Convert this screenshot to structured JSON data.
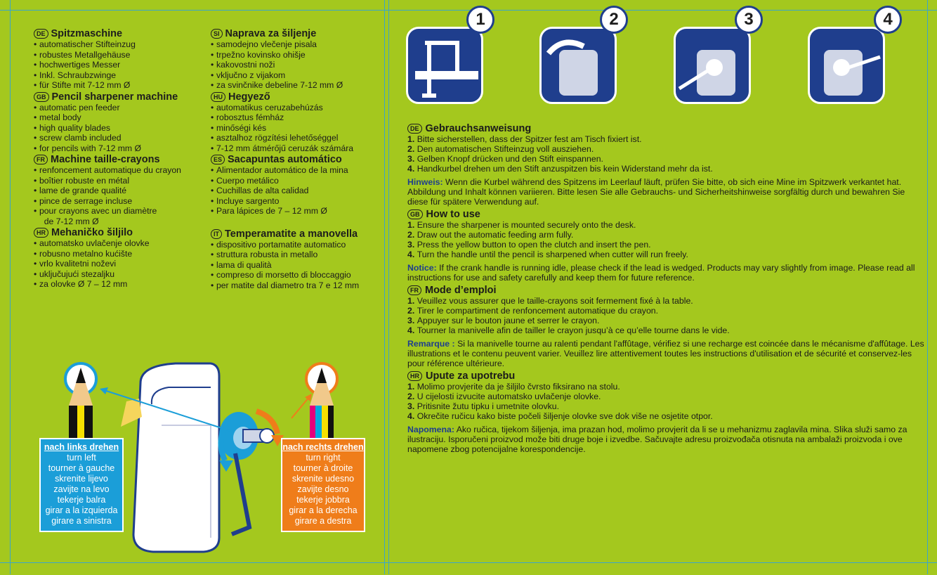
{
  "colors": {
    "background": "#a4c81e",
    "blue": "#1b9ed8",
    "orange": "#ef7d1a",
    "navy": "#1f3e8d"
  },
  "spec_left": [
    {
      "badge": "DE",
      "title": "Spitzmaschine",
      "items": [
        "automatischer Stifteinzug",
        "robustes Metallgehäuse",
        "hochwertiges Messer",
        "Inkl. Schraubzwinge",
        "für Stifte mit 7-12 mm Ø"
      ]
    },
    {
      "badge": "GB",
      "title": "Pencil sharpener machine",
      "items": [
        "automatic pen feeder",
        "metal body",
        "high quality blades",
        "screw clamb included",
        "for pencils with 7-12 mm Ø"
      ]
    },
    {
      "badge": "FR",
      "title": "Machine taille-crayons",
      "items": [
        "renfoncement automatique du crayon",
        "boîtier robuste en métal",
        "lame de grande qualité",
        "pince de serrage incluse",
        "pour crayons avec un diamètre\n  de 7-12 mm Ø"
      ]
    },
    {
      "badge": "HR",
      "title": "Mehaničko šiljilo",
      "items": [
        "automatsko uvlačenje olovke",
        "robusno metalno kućište",
        "vrlo kvalitetni noževi",
        "uključujući stezaljku",
        "za olovke Ø 7 – 12 mm"
      ]
    }
  ],
  "spec_right": [
    {
      "badge": "SI",
      "title": "Naprava za šiljenje",
      "items": [
        "samodejno vlečenje pisala",
        "trpežno kovinsko ohišje",
        "kakovostni noži",
        "vključno z vijakom",
        "za svinčnike debeline 7-12 mm Ø"
      ]
    },
    {
      "badge": "HU",
      "title": "Hegyező",
      "items": [
        "automatikus ceruzabehúzás",
        "robosztus fémház",
        "minőségi kés",
        "asztalhoz rögzítési lehetőséggel",
        "7-12 mm átmérőjű ceruzák számára"
      ]
    },
    {
      "badge": "ES",
      "title": "Sacapuntas automático",
      "items": [
        "Alimentador automático de la mina",
        "Cuerpo metálico",
        "Cuchillas de alta calidad",
        "Incluye sargento",
        "Para lápices de 7 – 12 mm Ø"
      ]
    },
    {
      "badge": "IT",
      "title": "Temperamatite a manovella",
      "items": [
        "dispositivo portamatite automatico",
        "struttura robusta in metallo",
        "lama di qualità",
        "compreso di morsetto di bloccaggio",
        "per matite dal diametro tra 7 e 12 mm"
      ]
    }
  ],
  "turn_left": {
    "heading": "nach links drehen",
    "lines": [
      "turn left",
      "tourner à gauche",
      "skrenite lijevo",
      "zavijte na levo",
      "tekerje balra",
      "girar a la izquierda",
      "girare a sinistra"
    ]
  },
  "turn_right": {
    "heading": "nach rechts drehen",
    "lines": [
      "turn right",
      "tourner à droite",
      "skrenite udesno",
      "zavijte desno",
      "tekerje jobbra",
      "girar a la derecha",
      "girare a destra"
    ]
  },
  "step_numbers": [
    "1",
    "2",
    "3",
    "4"
  ],
  "instructions": [
    {
      "badge": "DE",
      "title": "Gebrauchsanweisung",
      "steps": [
        "Bitte sicherstellen, dass der Spitzer fest am Tisch fixiert ist.",
        "Den automatischen Stifteinzug voll ausziehen.",
        "Gelben Knopf drücken und den Stift einspannen.",
        "Handkurbel drehen um den Stift anzuspitzen bis kein Widerstand mehr da ist."
      ],
      "note_label": "Hinweis:",
      "note": " Wenn die Kurbel während des Spitzens im Leerlauf läuft, prüfen Sie bitte, ob sich eine Mine im Spitzwerk verkantet hat. Abbildung und Inhalt können variieren. Bitte lesen Sie alle Gebrauchs- und Sicherheitshinweise sorgfältig durch und bewahren Sie diese für spätere Verwendung auf."
    },
    {
      "badge": "GB",
      "title": "How to use",
      "steps": [
        "Ensure the sharpener is mounted securely onto the desk.",
        "Draw out the automatic feeding arm fully.",
        "Press the yellow button to open the clutch and insert the pen.",
        "Turn the handle until the pencil is sharpened when cutter will run freely."
      ],
      "note_label": "Notice:",
      "note": " If the crank handle is running idle, please check if the lead is wedged. Products may vary slightly from image. Please read all instructions for use and safety carefully and keep them for future reference."
    },
    {
      "badge": "FR",
      "title": "Mode d’emploi",
      "steps": [
        "Veuillez vous assurer que le taille-crayons soit fermement fixé à la table.",
        "Tirer le compartiment de renfoncement automatique du crayon.",
        "Appuyer sur le bouton jaune et serrer le crayon.",
        "Tourner la manivelle afin de tailler le crayon jusqu’à ce qu’elle tourne dans le vide."
      ],
      "note_label": "Remarque :",
      "note": " Si la manivelle tourne au ralenti pendant l'affûtage, vérifiez si une recharge est coincée dans le mécanisme d'affûtage. Les illustrations et le contenu peuvent varier. Veuillez lire attentivement toutes les instructions d'utilisation et de sécurité et conservez-les pour référence ultérieure."
    },
    {
      "badge": "HR",
      "title": "Upute za upotrebu",
      "steps": [
        "Molimo provjerite da je šiljilo čvrsto fiksirano na stolu.",
        "U cijelosti izvucite automatsko uvlačenje olovke.",
        "Pritisnite žutu tipku i umetnite olovku.",
        "Okrečite ručicu kako biste počeli šiljenje olovke sve dok više ne osjetite otpor."
      ],
      "note_label": "Napomena:",
      "note": " Ako ručica, tijekom šiljenja, ima prazan hod, molimo provjerit da li se u mehanizmu zaglavila mina. Slika služi samo za ilustraciju. Isporučeni proizvod može biti druge  boje i izvedbe. Sačuvajte adresu proizvođača  otisnuta na ambalaži proizvoda i ove napomene zbog potencijalne korespondencije."
    }
  ]
}
